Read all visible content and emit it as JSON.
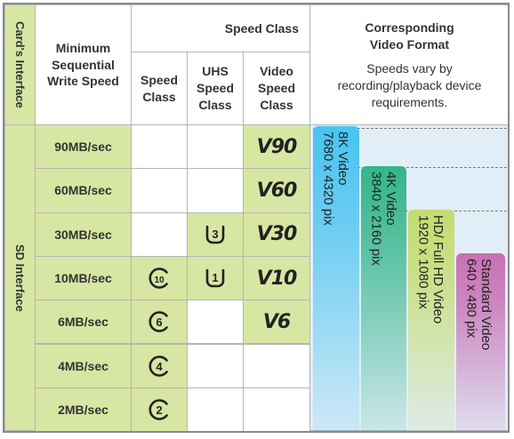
{
  "header": {
    "interface_label": "Card's Interface",
    "min_write_label": "Minimum Sequential Write Speed",
    "speed_class_group": "Speed Class",
    "col_speed_class": "Speed Class",
    "col_uhs": "UHS Speed Class",
    "col_video": "Video Speed Class",
    "video_format_title": "Corresponding Video Format",
    "video_format_note": "Speeds vary by recording/playback device requirements."
  },
  "interface_value": "SD Interface",
  "rows": [
    {
      "speed": "90MB/sec",
      "speed_class": "",
      "uhs": "",
      "video": "90"
    },
    {
      "speed": "60MB/sec",
      "speed_class": "",
      "uhs": "",
      "video": "60"
    },
    {
      "speed": "30MB/sec",
      "speed_class": "",
      "uhs": "3",
      "video": "30"
    },
    {
      "speed": "10MB/sec",
      "speed_class": "10",
      "uhs": "1",
      "video": "10"
    },
    {
      "speed": "6MB/sec",
      "speed_class": "6",
      "uhs": "",
      "video": "6"
    },
    {
      "speed": "4MB/sec",
      "speed_class": "4",
      "uhs": "",
      "video": ""
    },
    {
      "speed": "2MB/sec",
      "speed_class": "2",
      "uhs": "",
      "video": ""
    }
  ],
  "video_formats": [
    {
      "name": "8K Video",
      "resolution": "7680 x 4320 pix",
      "color": "#49c3f0"
    },
    {
      "name": "4K Video",
      "resolution": "3840 x 2160 pix",
      "color": "#35b58a"
    },
    {
      "name": "HD/ Full HD Video",
      "resolution": "1920 x 1080 pix",
      "color": "#c4dc6e"
    },
    {
      "name": "Standard Video",
      "resolution": "640 x 480 pix",
      "color": "#c86fb4"
    }
  ],
  "colors": {
    "row_highlight": "#d8e6a3",
    "format_area": "#e1eef7",
    "border": "#b5b5b5"
  }
}
